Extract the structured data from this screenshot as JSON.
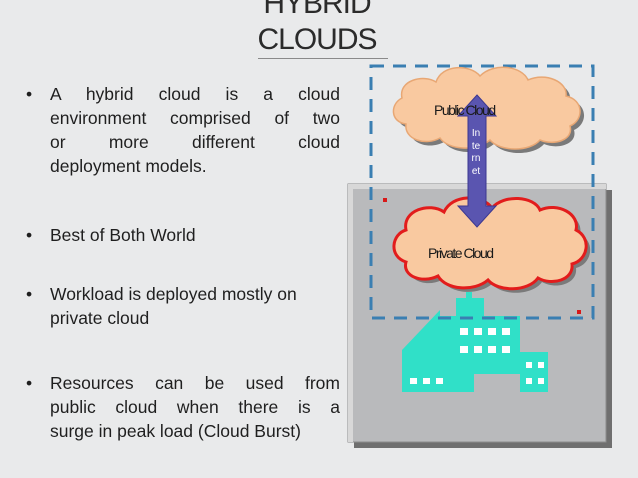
{
  "slide": {
    "title_line1": "HYBRID",
    "title_line2": "CLOUDS",
    "bullet_char": "•",
    "bullets": [
      {
        "lines": [
          "A hybrid cloud is a cloud",
          "environment comprised of two",
          "or more different cloud",
          "deployment models."
        ]
      },
      {
        "lines": [
          "Best of Both World"
        ]
      },
      {
        "lines": [
          "Workload is deployed mostly on",
          "private cloud"
        ]
      },
      {
        "lines": [
          "Resources can be used from",
          "public cloud when there is a",
          "surge in peak load (Cloud Burst)"
        ]
      }
    ]
  },
  "diagram": {
    "public_cloud_label": "Public Cloud",
    "private_cloud_label": "Private Cloud",
    "internet_label": "Internet",
    "colors": {
      "cloud_fill": "#f9c9a0",
      "private_cloud_outline": "#e21c1c",
      "arrow_fill": "#5a55b0",
      "dashed_border": "#3a7fb2",
      "building": "#30e0c8",
      "box_fill": "#b9babc"
    }
  }
}
